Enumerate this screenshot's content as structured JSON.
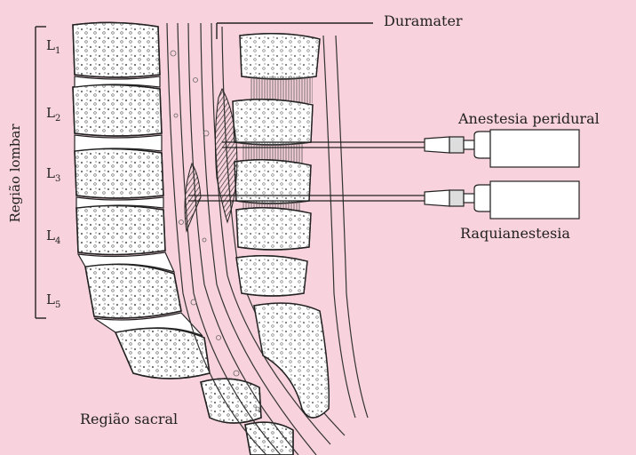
{
  "labels": {
    "duramater": "Duramater",
    "anestesia_peridural": "Anestesia peridural",
    "raquianestesia": "Raquianestesia",
    "regiao_lombar": "Região lombar",
    "regiao_sacral": "Região sacral"
  },
  "vertebrae": [
    {
      "letter": "L",
      "num": "1"
    },
    {
      "letter": "L",
      "num": "2"
    },
    {
      "letter": "L",
      "num": "3"
    },
    {
      "letter": "L",
      "num": "4"
    },
    {
      "letter": "L",
      "num": "5"
    }
  ],
  "colors": {
    "background": "#f8d2dc",
    "bone": "#ffffff",
    "line": "#222222",
    "shade": "#555555"
  }
}
